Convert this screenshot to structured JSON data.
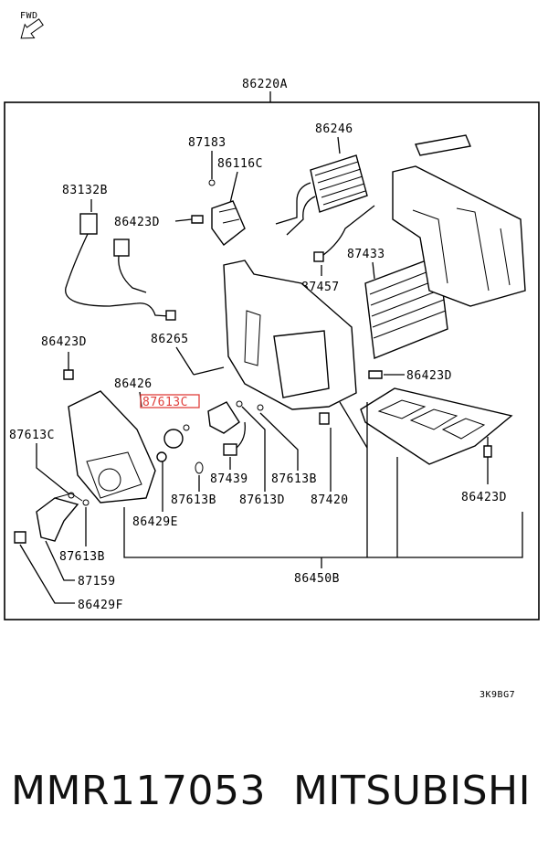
{
  "diagram": {
    "fwd": "FWD",
    "ref_code": "3K9BG7",
    "highlight_color": "#e0403c",
    "labels": {
      "p86220A": "86220A",
      "p86246": "86246",
      "p87183": "87183",
      "p86116C": "86116C",
      "p83132B": "83132B",
      "p86423D_a": "86423D",
      "p87433": "87433",
      "p87457": "87457",
      "p86423D_b": "86423D",
      "p86265": "86265",
      "p86423D_c": "86423D",
      "p86426": "86426",
      "p87613C_hl": "87613C",
      "p87613C": "87613C",
      "p87439": "87439",
      "p87613B_a": "87613B",
      "p87613B_b": "87613B",
      "p87613D": "87613D",
      "p87420": "87420",
      "p86429E": "86429E",
      "p86423D_d": "86423D",
      "p87613B_c": "87613B",
      "p87159": "87159",
      "p86450B": "86450B",
      "p86429F": "86429F"
    }
  },
  "caption": {
    "part_number": "MMR117053",
    "brand": "MITSUBISHI"
  }
}
